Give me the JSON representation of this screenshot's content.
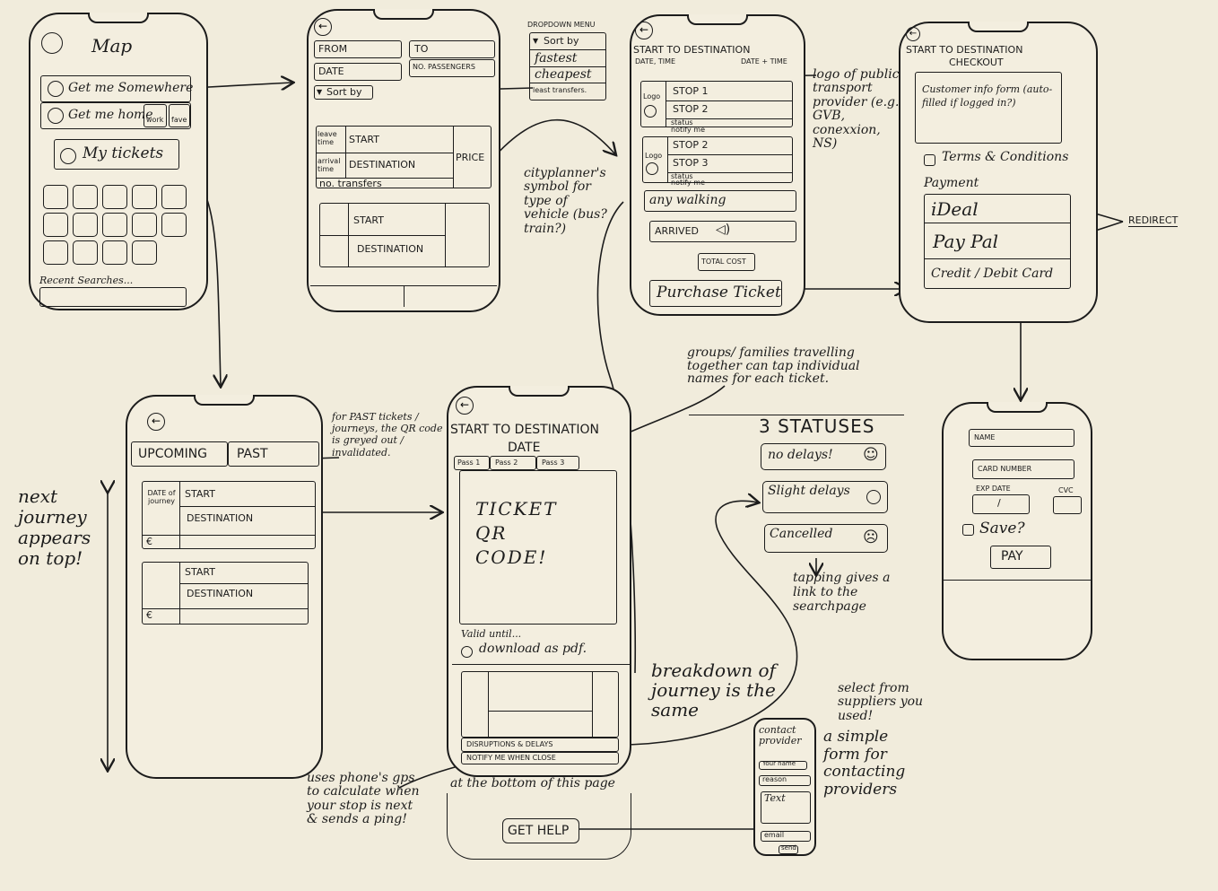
{
  "colors": {
    "paper": "#f1ecdc",
    "ink": "#1c1c1c"
  },
  "home": {
    "title": "Map",
    "get_me_somewhere": "Get me Somewhere",
    "get_me_home": "Get me home",
    "work": "work",
    "fave": "fave",
    "my_tickets": "My tickets",
    "recent_searches": "Recent Searches..."
  },
  "search": {
    "from": "FROM",
    "to": "TO",
    "date": "DATE",
    "passengers": "NO. PASSENGERS",
    "sort_by": "Sort by",
    "r1_leave": "leave time",
    "r1_start": "START",
    "r1_arrival": "arrival time",
    "r1_destination": "DESTINATION",
    "r1_transfers": "no. transfers",
    "r1_price": "PRICE",
    "r2_start": "START",
    "r2_destination": "DESTINATION"
  },
  "dropdown": {
    "heading": "DROPDOWN MENU",
    "items": [
      "Sort by",
      "fastest",
      "cheapest",
      "least transfers."
    ]
  },
  "journey": {
    "title": "START TO DESTINATION",
    "date_time_left": "DATE, TIME",
    "date_time_right": "DATE + TIME",
    "logo": "Logo",
    "stop1": "STOP 1",
    "stop2": "STOP 2",
    "status": "status",
    "notify_me": "notify me",
    "stop2b": "STOP 2",
    "stop3": "STOP 3",
    "any_walking": "any walking",
    "arrived": "ARRIVED",
    "total_cost": "TOTAL COST",
    "purchase": "Purchase Ticket"
  },
  "checkout": {
    "title": "START TO DESTINATION",
    "subtitle": "CHECKOUT",
    "customer_info": "Customer info form (auto-filled if logged in?)",
    "terms": "Terms & Conditions",
    "payment": "Payment",
    "ideal": "iDeal",
    "paypal": "Pay Pal",
    "card": "Credit / Debit Card",
    "redirect": "REDIRECT"
  },
  "pay": {
    "name": "NAME",
    "card_number": "CARD NUMBER",
    "exp_date": "EXP DATE",
    "slash": "/",
    "cvc": "CVC",
    "save": "Save?",
    "pay": "PAY"
  },
  "tickets": {
    "upcoming": "UPCOMING",
    "past": "PAST",
    "date_of_journey": "DATE of journey",
    "start": "START",
    "destination": "DESTINATION",
    "euro": "€",
    "start2": "START",
    "destination2": "DESTINATION",
    "euro2": "€"
  },
  "ticket": {
    "title": "START TO DESTINATION",
    "date": "DATE",
    "tabs": [
      "Pass 1",
      "Pass 2",
      "Pass 3"
    ],
    "qr": "TICKET QR CODE!",
    "valid": "Valid until...",
    "download": "download as pdf.",
    "disruptions": "DISRUPTIONS & DELAYS",
    "notify": "NOTIFY ME WHEN CLOSE",
    "bottom_note": "at the bottom of this page",
    "get_help": "GET HELP"
  },
  "statuses": {
    "heading": "3 STATUSES",
    "no_delays": "no delays!",
    "slight": "Slight delays",
    "cancelled": "Cancelled",
    "tap_note": "tapping gives a link to the searchpage"
  },
  "contact": {
    "title": "contact provider",
    "name": "Your name",
    "reason": "reason",
    "text": "Text",
    "email": "email",
    "send": "send"
  },
  "notes": {
    "logo_note": "logo of public transport provider (e.g. GVB, conexxion, NS)",
    "cityplanner": "cityplanner's symbol for type of vehicle (bus? train?)",
    "groups": "groups/ families travelling together can tap individual names for each ticket.",
    "past_note": "for PAST tickets / journeys, the QR code is greyed out / invalidated.",
    "next_journey": "next journey appears on top!",
    "breakdown": "breakdown of journey is the same",
    "select": "select from suppliers you used!",
    "simple_form": "a simple form for contacting providers",
    "gps": "uses phone's gps to calculate when your stop is next & sends a ping!"
  }
}
